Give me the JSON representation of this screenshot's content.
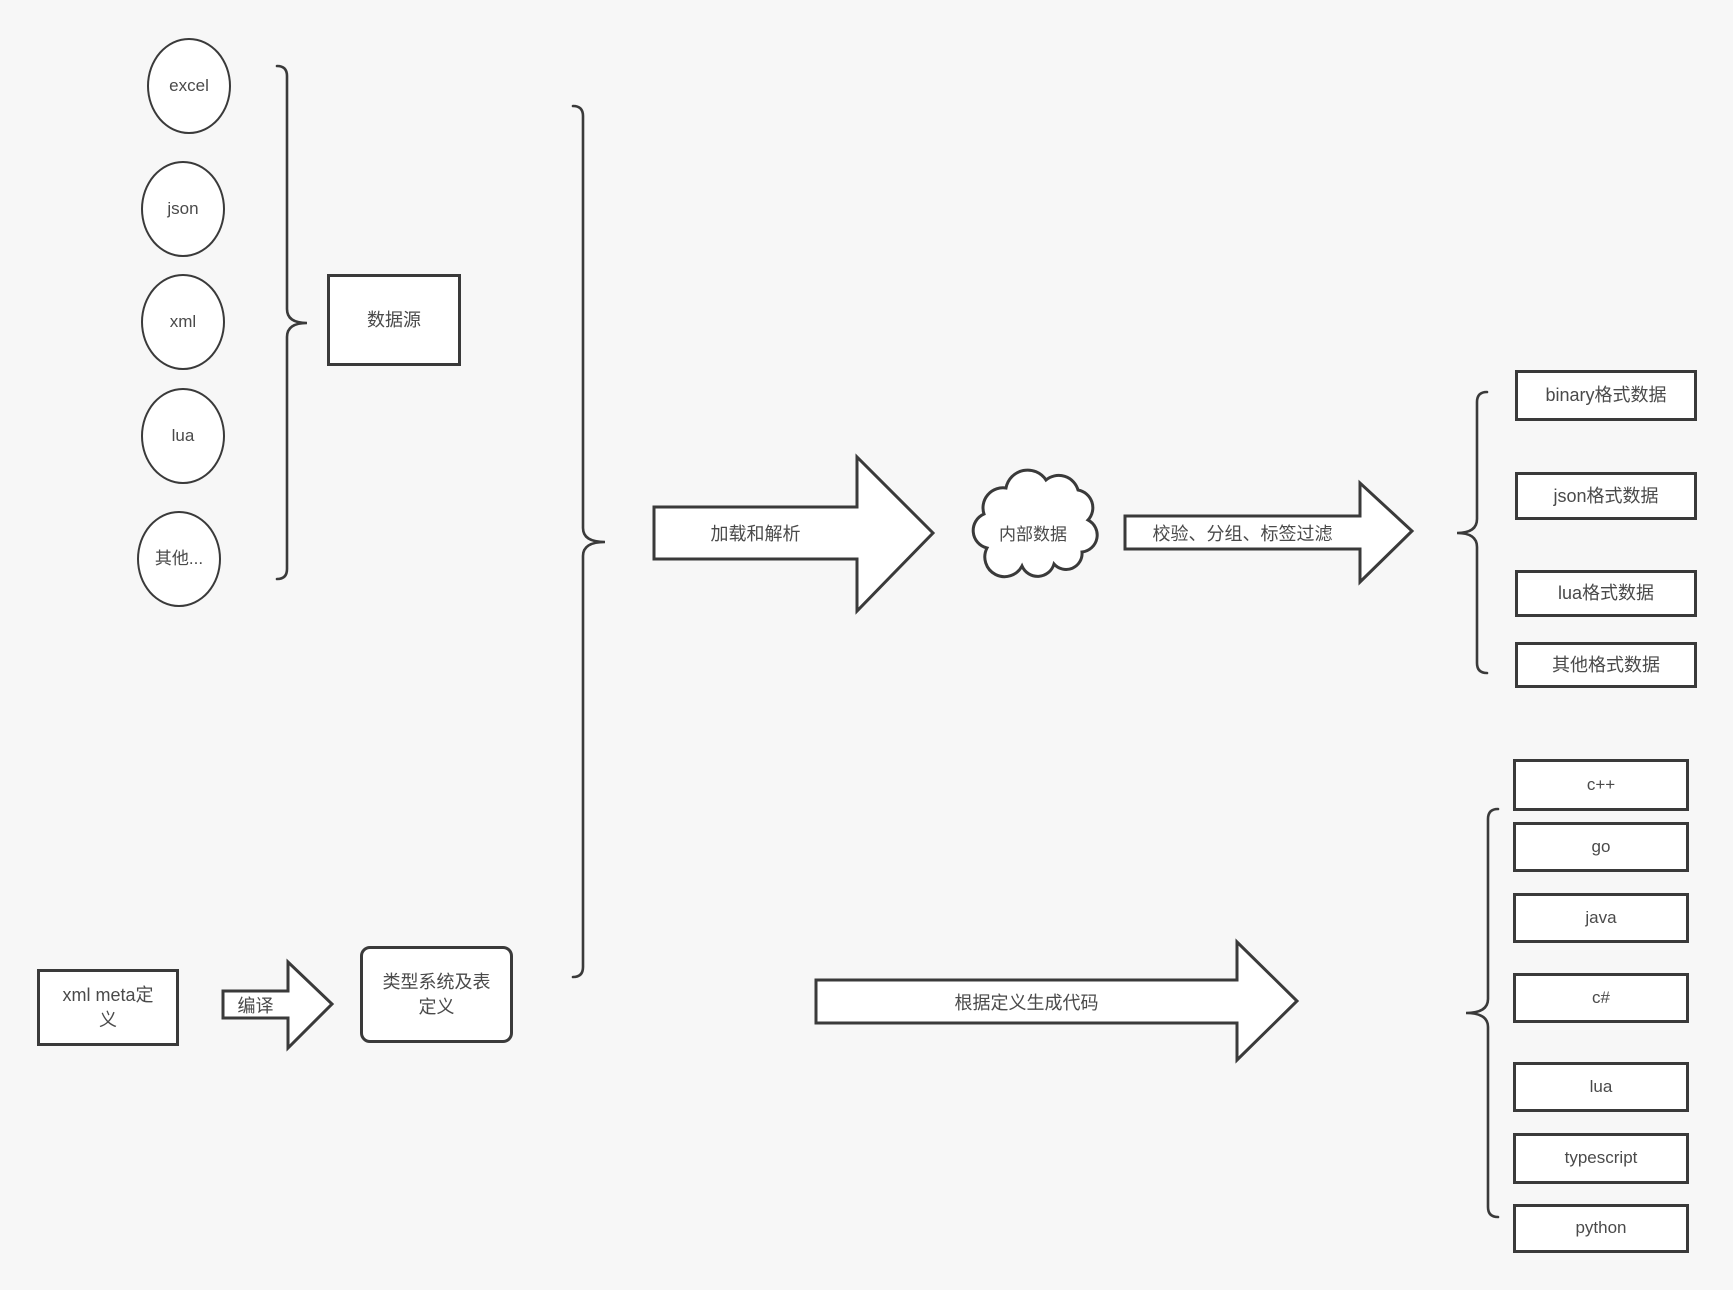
{
  "colors": {
    "background": "#f7f7f7",
    "stroke": "#3a3a3a",
    "text": "#4a4a4a",
    "shape_fill": "#ffffff"
  },
  "diagram": {
    "source_nodes": [
      {
        "label": "excel"
      },
      {
        "label": "json"
      },
      {
        "label": "xml"
      },
      {
        "label": "lua"
      },
      {
        "label": "其他..."
      }
    ],
    "data_source_box": {
      "label": "数据源"
    },
    "meta_box": {
      "label": "xml meta定义"
    },
    "compile_arrow": {
      "label": "编译"
    },
    "type_system_box": {
      "label": "类型系统及表定义"
    },
    "load_arrow": {
      "label": "加载和解析"
    },
    "internal_data_cloud": {
      "label": "内部数据"
    },
    "filter_arrow": {
      "label": "校验、分组、标签过滤"
    },
    "output_formats": [
      {
        "label": "binary格式数据"
      },
      {
        "label": "json格式数据"
      },
      {
        "label": "lua格式数据"
      },
      {
        "label": "其他格式数据"
      }
    ],
    "codegen_arrow": {
      "label": "根据定义生成代码"
    },
    "languages": [
      {
        "label": "c++"
      },
      {
        "label": "go"
      },
      {
        "label": "java"
      },
      {
        "label": "c#"
      },
      {
        "label": "lua"
      },
      {
        "label": "typescript"
      },
      {
        "label": "python"
      }
    ]
  }
}
